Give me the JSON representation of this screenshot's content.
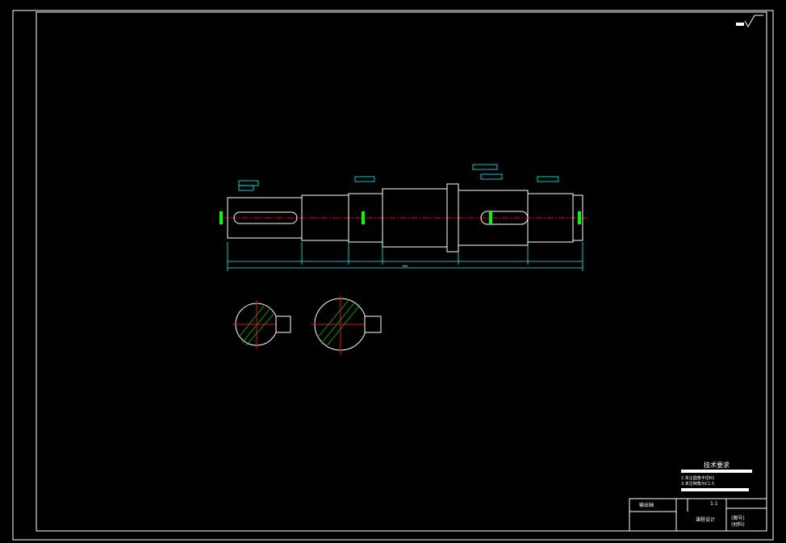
{
  "technical_requirements": {
    "title": "技术要求",
    "notes": [
      "2.未注圆角半径R1",
      "3.未注倒角为C1.5"
    ]
  },
  "title_block": {
    "part_name": "输出轴",
    "school": "课程设计",
    "scale": "1:1",
    "drawing_no": "(图号)",
    "material_label": "(材料)"
  },
  "dimensions": {
    "overall_length": "500"
  },
  "colors": {
    "frame": "#ffffff",
    "outline": "#ffffff",
    "centerline": "#ff0000",
    "dimension": "#00ffff",
    "hatch": "#00c000",
    "highlight": "#00ff00"
  }
}
